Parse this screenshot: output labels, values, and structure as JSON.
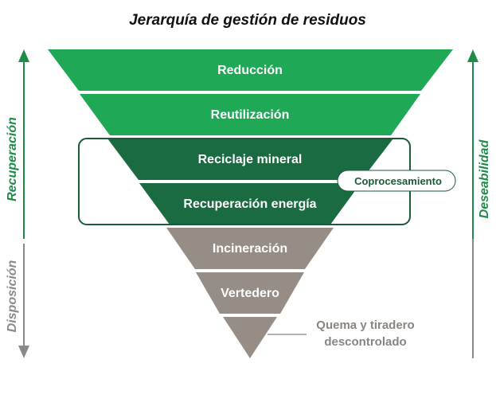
{
  "title": "Jerarquía de gestión de residuos",
  "levels": [
    {
      "label": "Reducción"
    },
    {
      "label": "Reutilización"
    },
    {
      "label": "Reciclaje mineral"
    },
    {
      "label": "Recuperación energía"
    },
    {
      "label": "Incineración"
    },
    {
      "label": "Vertedero"
    },
    {
      "label": ""
    }
  ],
  "left_axis": {
    "upper_label": "Recuperación",
    "lower_label": "Disposición"
  },
  "right_axis": {
    "label": "Deseabilidad"
  },
  "coprocessing": {
    "label": "Coprocesamiento"
  },
  "bottom_note": {
    "line1": "Quema y tiradero",
    "line2": "descontrolado"
  },
  "colors": {
    "bright_green": "#1fa957",
    "dark_green": "#1a6b41",
    "gray": "#958d86",
    "note_gray": "#8a8580",
    "arrow_green": "#1e8b49",
    "arrow_gray": "#8a8a8a",
    "axis_text_green": "#1e8b49",
    "bracket_outline": "#1a5b38",
    "coprocessing_text": "#1a5b38"
  }
}
